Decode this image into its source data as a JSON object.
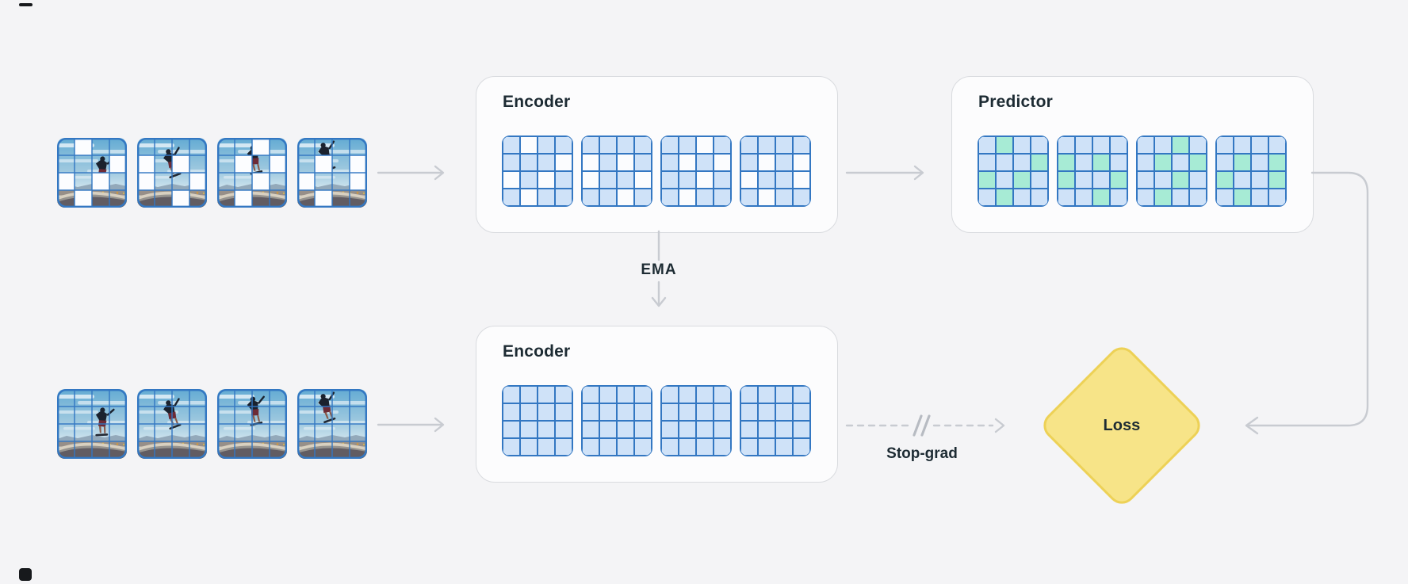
{
  "colors": {
    "page_bg": "#f4f4f6",
    "cell_blue": "#cfe2f8",
    "cell_white": "#fbfcfe",
    "cell_green": "#a7ebd5",
    "grid_border": "#3377c2",
    "box_fill": "#fcfcfd",
    "box_border": "#d9dbdf",
    "arrow": "#c8cbd1",
    "arrow_slash": "#b7bbc2",
    "text": "#1d2b33",
    "loss_fill": "#f7e488",
    "loss_border": "#edd156"
  },
  "boxes": {
    "top_encoder": {
      "title": "Encoder",
      "grids": [
        "bwbbbbbwwbwbbwbb",
        "bbbbwbwbwbbwbbwb",
        "bbwbbwbwbbwbbwbb",
        "bbbbbwbwwbbwbwbb"
      ]
    },
    "predictor": {
      "title": "Predictor",
      "grids": [
        "bgbbbbbggbgbbgbb",
        "bbbbgbgbgbbgbbgb",
        "bbgbbgbgbbgbbgbb",
        "bbbbbgbggbbgbgbb"
      ]
    },
    "bottom_encoder": {
      "title": "Encoder",
      "grids": [
        "bbbbbbbbbbbbbbbb",
        "bbbbbbbbbbbbbbbb",
        "bbbbbbbbbbbbbbbb",
        "bbbbbbbbbbbbbbbb"
      ]
    }
  },
  "labels": {
    "ema": "EMA",
    "stop_grad": "Stop-grad",
    "loss": "Loss"
  },
  "video_frames": {
    "masked_row": {
      "frames": [
        {
          "mask": [
            1,
            7,
            8,
            10,
            13
          ]
        },
        {
          "mask": [
            4,
            6,
            8,
            11,
            14
          ]
        },
        {
          "mask": [
            2,
            5,
            7,
            10,
            13
          ]
        },
        {
          "mask": [
            5,
            7,
            8,
            11,
            13
          ]
        }
      ]
    },
    "unmasked_row": {
      "frames": [
        {
          "mask": []
        },
        {
          "mask": []
        },
        {
          "mask": []
        },
        {
          "mask": []
        }
      ]
    }
  }
}
